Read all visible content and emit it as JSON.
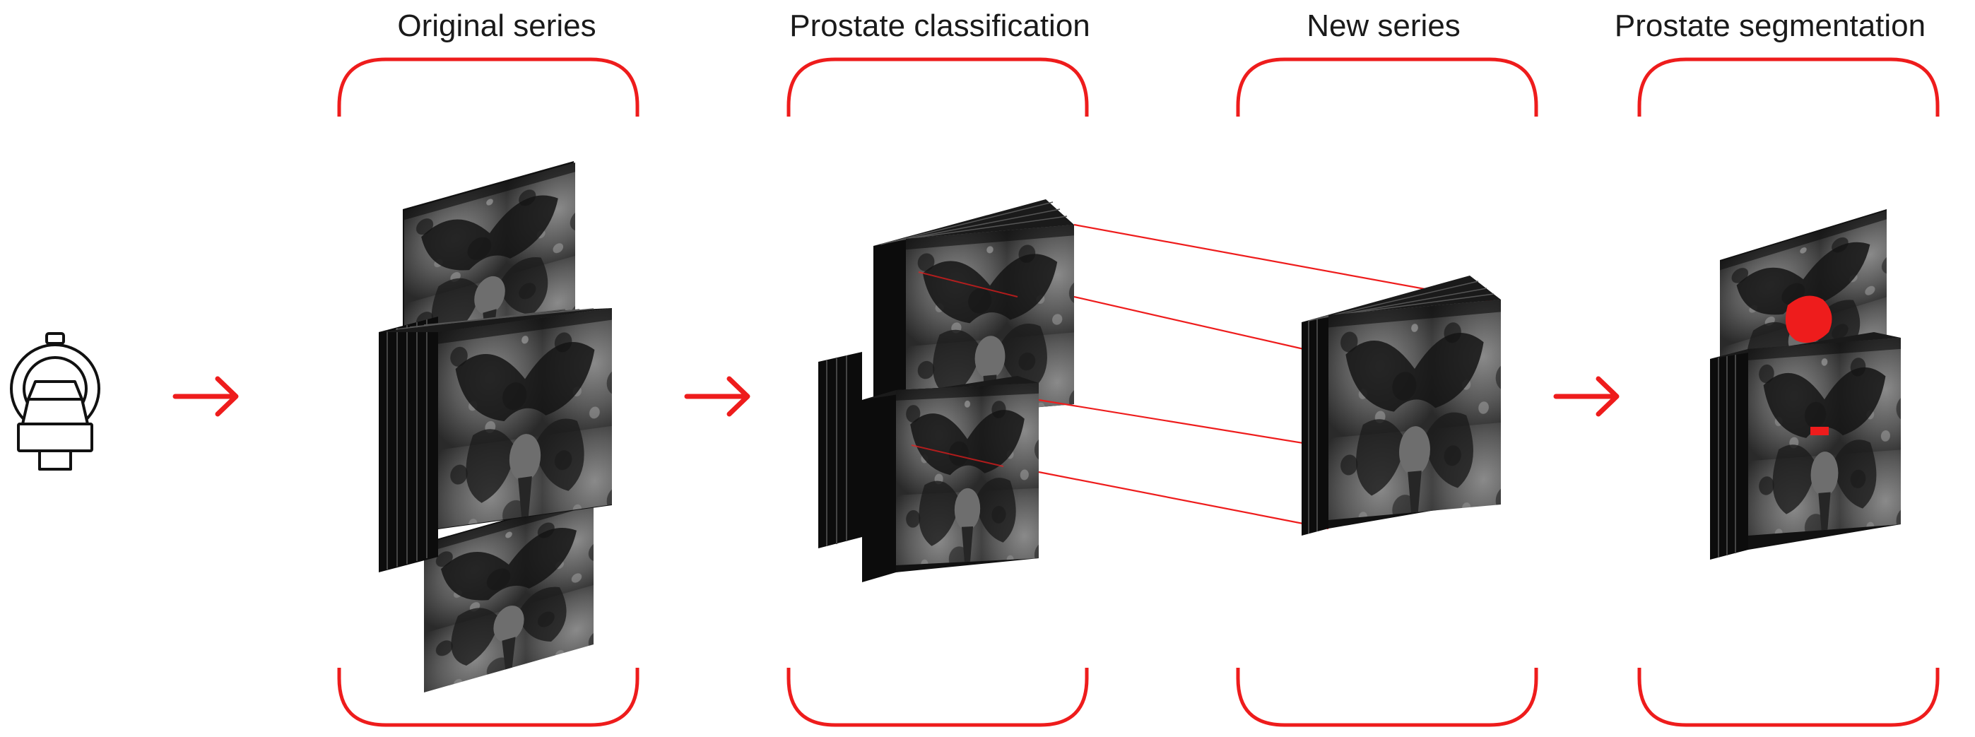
{
  "stages": [
    {
      "id": "original-series",
      "title": "Original series"
    },
    {
      "id": "prostate-classification",
      "title": "Prostate classification"
    },
    {
      "id": "new-series",
      "title": "New series"
    },
    {
      "id": "prostate-segmentation",
      "title": "Prostate segmentation"
    }
  ],
  "colors": {
    "accent": "#ee1c1c",
    "slice_dark": "#111111",
    "slice_mid": "#3a3a3a",
    "slice_light": "#8a8a8a",
    "text": "#1a1a1a",
    "scanner_stroke": "#111111"
  },
  "icons": {
    "scanner": "mri-scanner-icon",
    "arrow": "right-arrow-icon"
  }
}
